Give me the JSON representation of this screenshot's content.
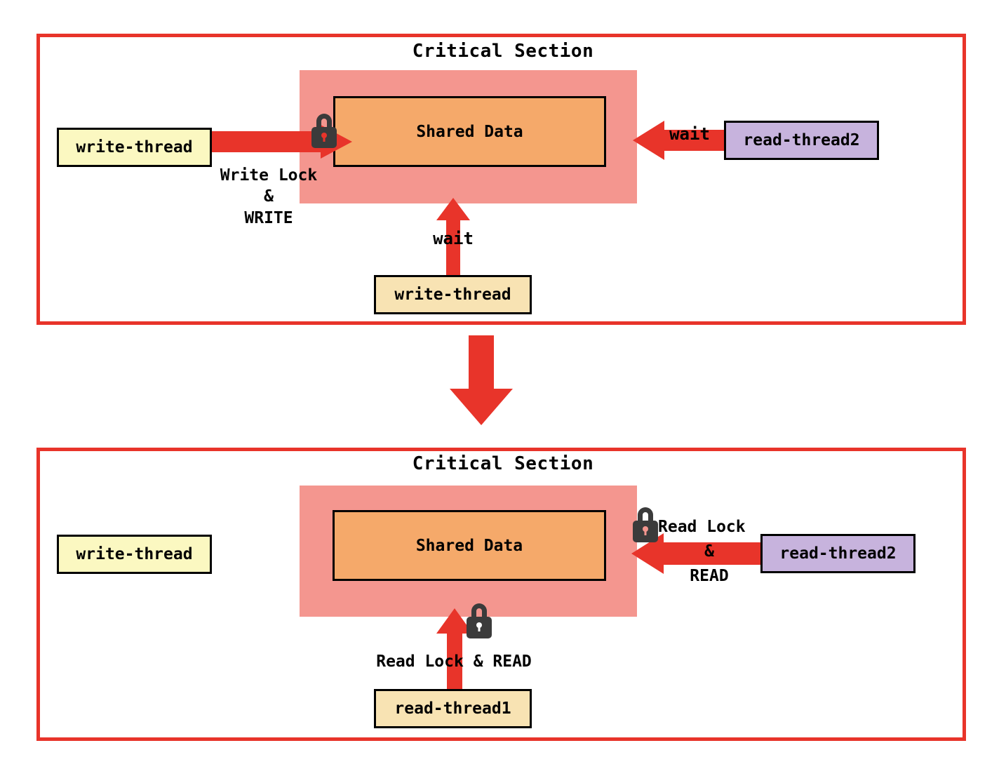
{
  "diagram": {
    "title_top": "Critical Section",
    "title_bottom": "Critical Section",
    "colors": {
      "panel_border": "#e8342a",
      "critical_region": "#f4968f",
      "shared_data": "#f5a96a",
      "arrow": "#e8342a",
      "lock": "#3b3b3b",
      "write_thread_idle": "#fbf8c1",
      "write_thread_waiting": "#f8e3b3",
      "read_thread_active": "#f8e3b3",
      "read_thread2": "#c7b3dd",
      "text": "#000000"
    }
  },
  "panel_top": {
    "title": "Critical Section",
    "shared_data_label": "Shared Data",
    "write_thread_left": "write-thread",
    "write_thread_bottom": "write-thread",
    "read_thread2": "read-thread2",
    "label_write_lock_line1": "Write Lock",
    "label_write_lock_line2": "&",
    "label_write_lock_line3": "WRITE",
    "label_wait_right": "wait",
    "label_wait_bottom": "wait",
    "lock_icon": "lock-icon"
  },
  "panel_bottom": {
    "title": "Critical Section",
    "shared_data_label": "Shared Data",
    "write_thread_left": "write-thread",
    "read_thread1": "read-thread1",
    "read_thread2": "read-thread2",
    "label_read_lock_right_line1": "Read Lock",
    "label_read_lock_right_line2": "&",
    "label_read_lock_right_line3": "READ",
    "label_read_lock_bottom": "Read Lock & READ",
    "lock_icon_right": "lock-icon",
    "lock_icon_bottom": "lock-icon"
  },
  "transition": {
    "icon": "down-arrow-icon"
  }
}
